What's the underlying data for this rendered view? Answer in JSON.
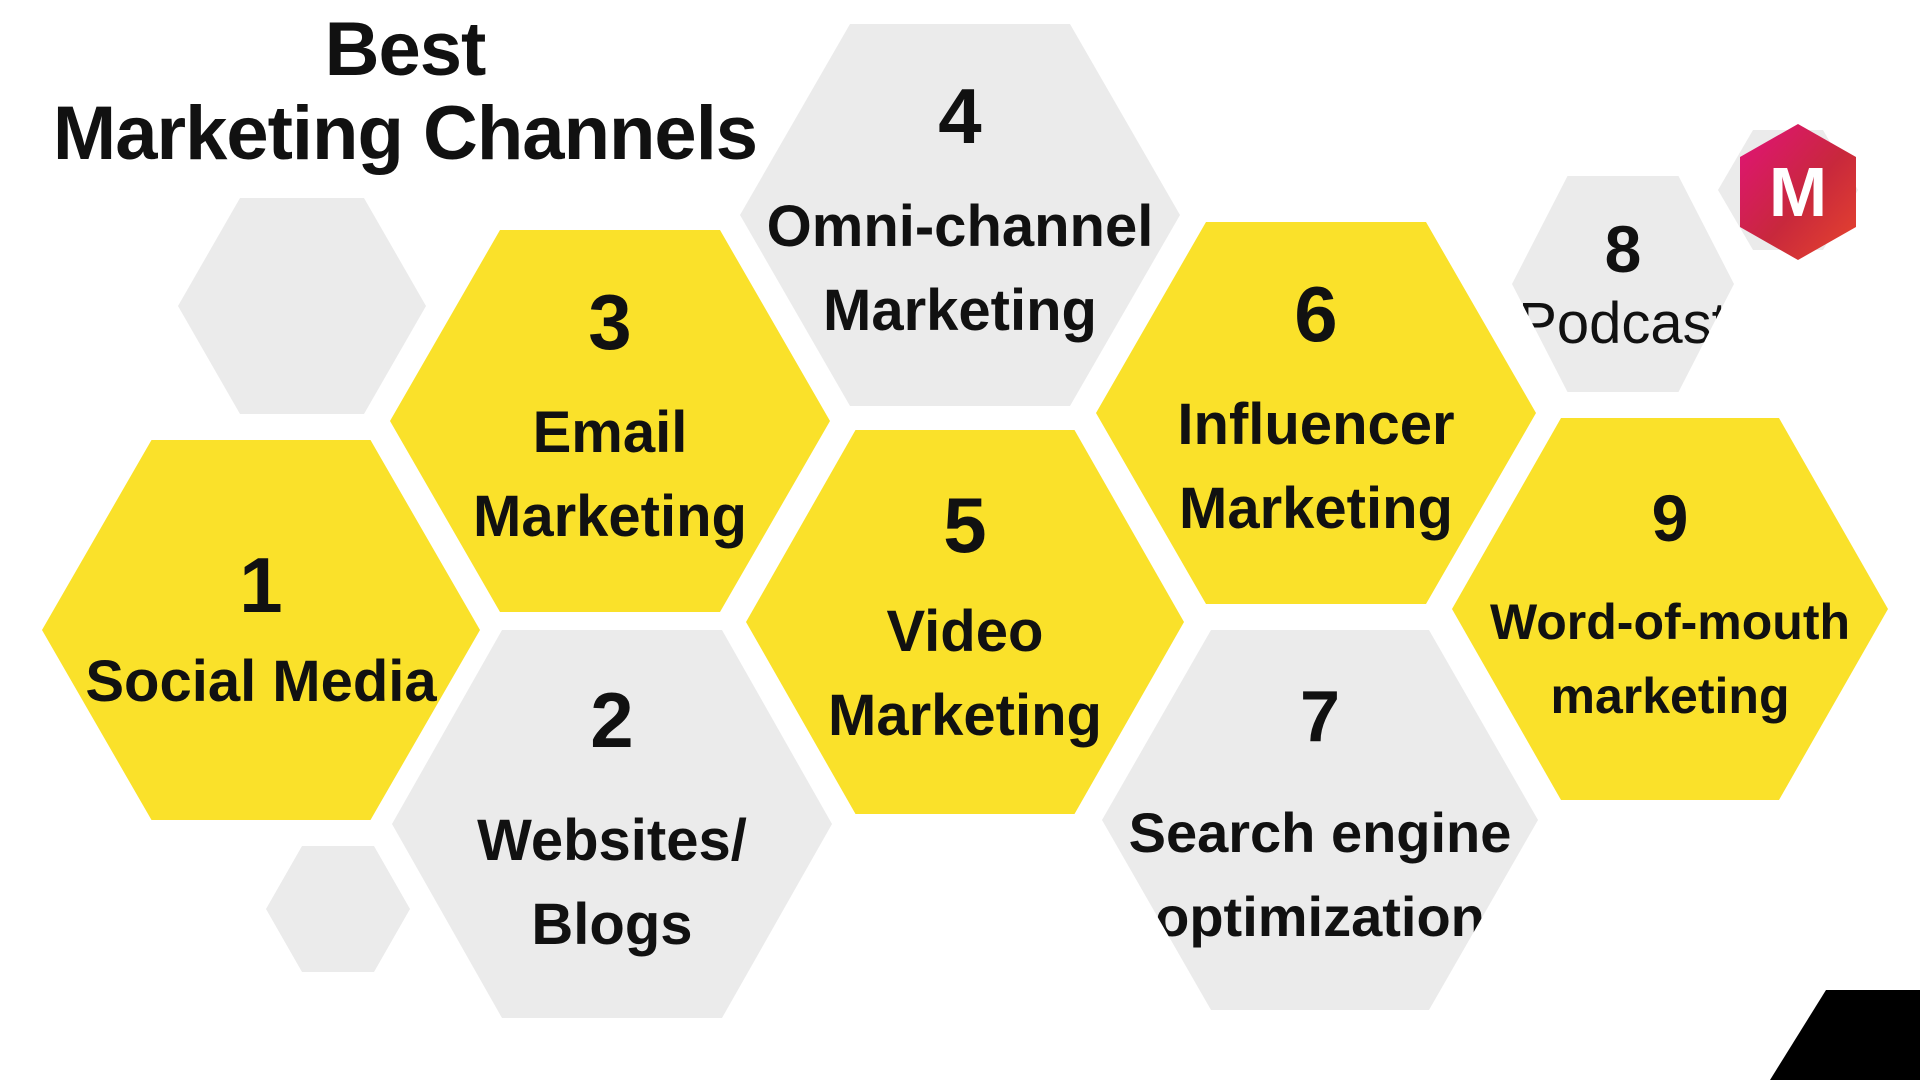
{
  "title": {
    "line1": "Best",
    "line2": "Marketing Channels"
  },
  "logo": {
    "letter": "M",
    "colors": [
      "#e2127a",
      "#c8283c",
      "#e8452d"
    ]
  },
  "colors": {
    "yellow": "#fae12a",
    "gray": "#ebebeb",
    "text": "#111111"
  },
  "channels": [
    {
      "number": "1",
      "label": "Social Media"
    },
    {
      "number": "2",
      "label": "Websites/\nBlogs"
    },
    {
      "number": "3",
      "label": "Email\nMarketing"
    },
    {
      "number": "4",
      "label": "Omni-channel\nMarketing"
    },
    {
      "number": "5",
      "label": "Video\nMarketing"
    },
    {
      "number": "6",
      "label": "Influencer\nMarketing"
    },
    {
      "number": "7",
      "label": "Search engine\noptimization"
    },
    {
      "number": "8",
      "label": "Podcast"
    },
    {
      "number": "9",
      "label": "Word-of-mouth\nmarketing"
    }
  ]
}
